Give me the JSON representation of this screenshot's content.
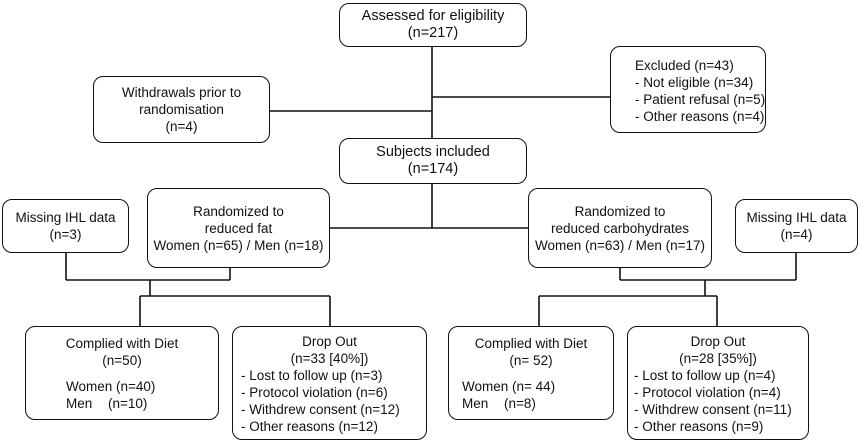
{
  "assessed": {
    "title": "Assessed for eligibility",
    "count": "(n=217)"
  },
  "excluded": {
    "title": "Excluded (n=43)",
    "items": [
      "- Not eligible (n=34)",
      "- Patient refusal (n=5)",
      "- Other reasons (n=4)"
    ]
  },
  "withdrawals": {
    "line1": "Withdrawals prior to",
    "line2": "randomisation",
    "count": "(n=4)"
  },
  "included": {
    "title": "Subjects included",
    "count": "(n=174)"
  },
  "missing_left": {
    "title": "Missing IHL data",
    "count": "(n=3)"
  },
  "missing_right": {
    "title": "Missing IHL data",
    "count": "(n=4)"
  },
  "rand_fat": {
    "line1": "Randomized to",
    "line2": "reduced fat",
    "line3": "Women (n=65) / Men (n=18)"
  },
  "rand_carb": {
    "line1": "Randomized to",
    "line2": "reduced carbohydrates",
    "line3": "Women (n=63) / Men (n=17)"
  },
  "complied_fat": {
    "title": "Complied with Diet",
    "count": "(n=50)",
    "women": "Women (n=40)",
    "men_label": "Men",
    "men_count": "(n=10)"
  },
  "dropout_fat": {
    "title": "Drop Out",
    "count": "(n=33 [40%])",
    "items": [
      "- Lost to follow up (n=3)",
      "- Protocol violation (n=6)",
      "- Withdrew consent (n=12)",
      "- Other reasons (n=12)"
    ]
  },
  "complied_carb": {
    "title": "Complied with Diet",
    "count": "(n= 52)",
    "women": "Women (n= 44)",
    "men_label": "Men",
    "men_count": "(n=8)"
  },
  "dropout_carb": {
    "title": "Drop Out",
    "count": "(n=28 [35%])",
    "items": [
      "- Lost to follow up (n=4)",
      "- Protocol violation (n=4)",
      "- Withdrew consent (n=11)",
      "- Other reasons (n=9)"
    ]
  }
}
